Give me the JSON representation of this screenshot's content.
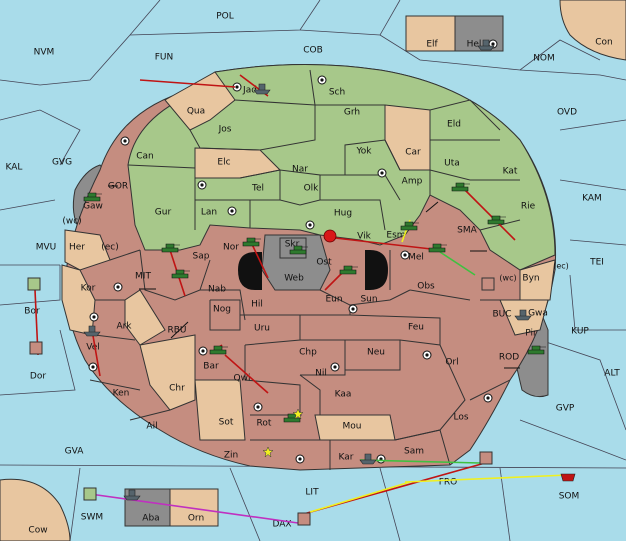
{
  "colors": {
    "sea": "#a9dcea",
    "green": "#a7c88a",
    "rose": "#c58d80",
    "tan": "#e8c6a0",
    "gray": "#8d8d8d",
    "unit_green": "#2e7a2e",
    "unit_gray": "#55646c",
    "order_red": "#c01414",
    "order_yellow": "#f0f020",
    "order_green": "#40c040",
    "order_magenta": "#c030c0"
  },
  "sea_labels": [
    "POL",
    "NVM",
    "FUN",
    "COB",
    "NOM",
    "Con",
    "OVD",
    "KAL",
    "GVG",
    "GOR",
    "(wc)",
    "MVU",
    "(ec)",
    "MIT",
    "RBU",
    "KAM",
    "SMA",
    "TEI",
    "(wc)",
    "(ec)",
    "BUC",
    "KUP",
    "ROD",
    "ALT",
    "GVP",
    "GVA",
    "LIT",
    "FRO",
    "SOM",
    "SWM",
    "DAX",
    "Cow"
  ],
  "land_labels": [
    "Elf",
    "Hel",
    "Jad",
    "Sch",
    "Qua",
    "Grh",
    "Eld",
    "Jos",
    "Can",
    "Car",
    "Yok",
    "Elc",
    "Nar",
    "Uta",
    "Kat",
    "Amp",
    "Tel",
    "Olk",
    "Gur",
    "Lan",
    "Hug",
    "Rie",
    "Esm",
    "Gaw",
    "Skr",
    "Vik",
    "Nor",
    "Her",
    "Sap",
    "Ost",
    "Mel",
    "Byn",
    "Web",
    "Kor",
    "Eun",
    "Nab",
    "Sun",
    "Obs",
    "Hil",
    "Nog",
    "Gwa",
    "Ark",
    "Pir",
    "Uru",
    "Feu",
    "Bor",
    "Vel",
    "Chp",
    "Neu",
    "Bar",
    "Qwi",
    "Orl",
    "Dor",
    "Nil",
    "Ken",
    "Chr",
    "Kaa",
    "Los",
    "Rot",
    "Sot",
    "Ail",
    "Mou",
    "Zin",
    "Kar",
    "Sam",
    "Aba",
    "Orn"
  ],
  "units": [
    {
      "type": "fleet-icon",
      "owner": "gray"
    },
    {
      "type": "army-icon",
      "owner": "green"
    }
  ],
  "markers": [
    "dislodged-icon",
    "star-icon",
    "coast-arrow-icon"
  ]
}
